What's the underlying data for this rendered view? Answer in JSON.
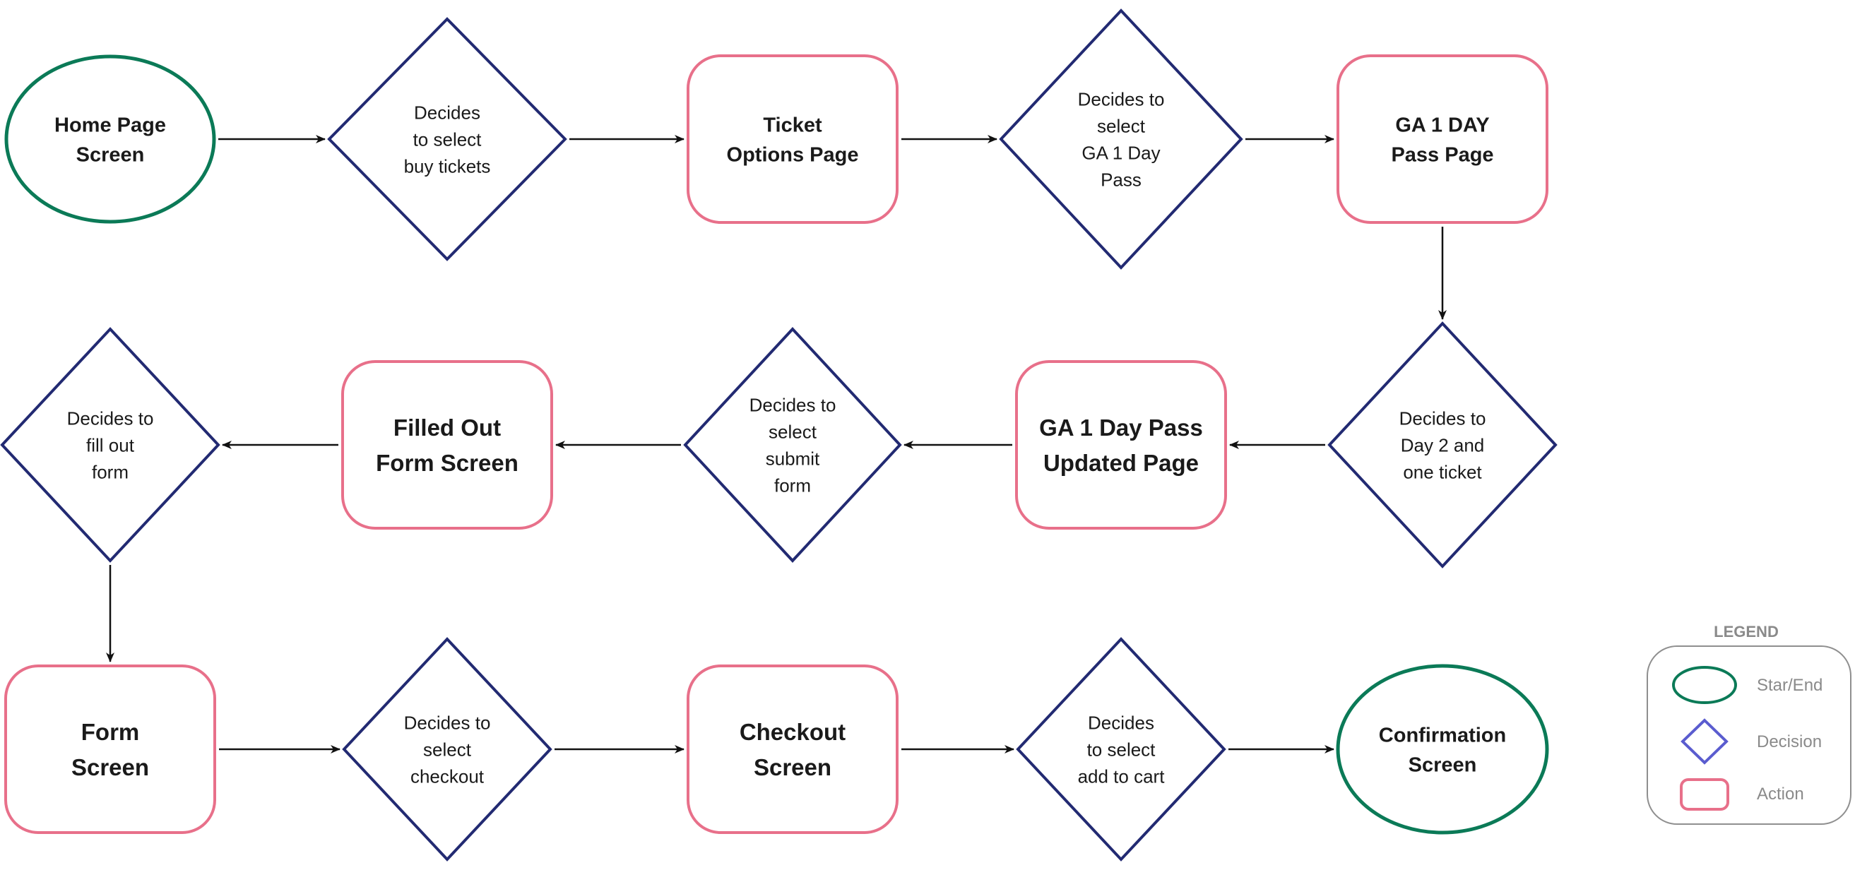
{
  "colors": {
    "start_end": "#0b7a57",
    "decision": "#222a72",
    "action": "#e8708a",
    "arrow": "#111111",
    "legend_border": "#8f8f8f",
    "legend_decision": "#5a5ccf",
    "legend_text": "#8a8a8a"
  },
  "nodes": [
    {
      "id": "n1",
      "kind": "start_end",
      "lines": [
        "Home Page",
        "Screen"
      ]
    },
    {
      "id": "n2",
      "kind": "decision",
      "lines": [
        "Decides",
        "to select",
        "buy tickets"
      ]
    },
    {
      "id": "n3",
      "kind": "action",
      "lines": [
        "Ticket",
        "Options Page"
      ]
    },
    {
      "id": "n4",
      "kind": "decision",
      "lines": [
        "Decides to",
        "select",
        "GA 1 Day",
        "Pass"
      ]
    },
    {
      "id": "n5",
      "kind": "action",
      "lines": [
        "GA 1 DAY",
        "Pass Page"
      ]
    },
    {
      "id": "n6",
      "kind": "decision",
      "lines": [
        "Decides to",
        "Day 2 and",
        "one ticket"
      ]
    },
    {
      "id": "n7",
      "kind": "action",
      "lines": [
        "GA 1 Day Pass",
        "Updated Page"
      ]
    },
    {
      "id": "n8",
      "kind": "decision",
      "lines": [
        "Decides to",
        "select",
        "submit",
        "form"
      ]
    },
    {
      "id": "n9",
      "kind": "action",
      "lines": [
        "Filled Out",
        "Form Screen"
      ]
    },
    {
      "id": "n10",
      "kind": "decision",
      "lines": [
        "Decides to",
        "fill out",
        "form"
      ]
    },
    {
      "id": "n11",
      "kind": "action",
      "lines": [
        "Form",
        "Screen"
      ]
    },
    {
      "id": "n12",
      "kind": "decision",
      "lines": [
        "Decides to",
        "select",
        "checkout"
      ]
    },
    {
      "id": "n13",
      "kind": "action",
      "lines": [
        "Checkout",
        "Screen"
      ]
    },
    {
      "id": "n14",
      "kind": "decision",
      "lines": [
        "Decides",
        "to select",
        "add to cart"
      ]
    },
    {
      "id": "n15",
      "kind": "start_end",
      "lines": [
        "Confirmation",
        "Screen"
      ]
    }
  ],
  "edges": [
    {
      "from": "n1",
      "to": "n2"
    },
    {
      "from": "n2",
      "to": "n3"
    },
    {
      "from": "n3",
      "to": "n4"
    },
    {
      "from": "n4",
      "to": "n5"
    },
    {
      "from": "n5",
      "to": "n6"
    },
    {
      "from": "n6",
      "to": "n7"
    },
    {
      "from": "n7",
      "to": "n8"
    },
    {
      "from": "n8",
      "to": "n9"
    },
    {
      "from": "n9",
      "to": "n10"
    },
    {
      "from": "n10",
      "to": "n11"
    },
    {
      "from": "n11",
      "to": "n12"
    },
    {
      "from": "n12",
      "to": "n13"
    },
    {
      "from": "n13",
      "to": "n14"
    },
    {
      "from": "n14",
      "to": "n15"
    }
  ],
  "legend": {
    "title": "LEGEND",
    "items": [
      {
        "kind": "start_end",
        "label": "Star/End"
      },
      {
        "kind": "decision",
        "label": "Decision"
      },
      {
        "kind": "action",
        "label": "Action"
      }
    ]
  }
}
